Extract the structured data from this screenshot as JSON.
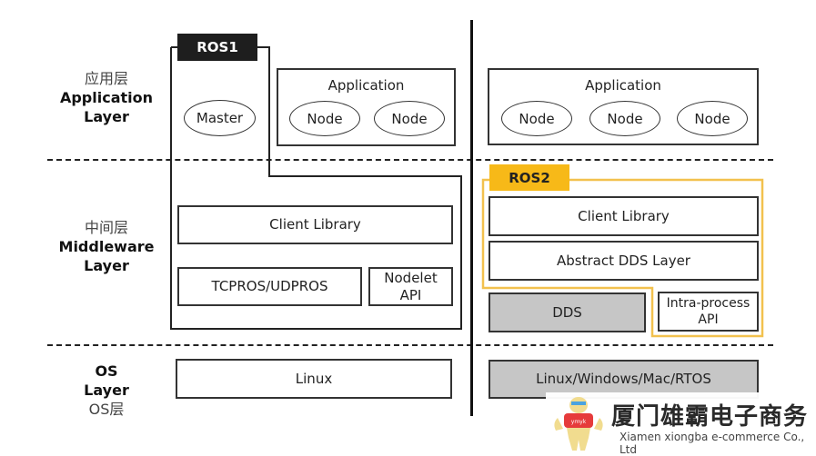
{
  "layers": {
    "application": {
      "cn": "应用层",
      "en_line1": "Application",
      "en_line2": "Layer"
    },
    "middleware": {
      "cn": "中间层",
      "en_line1": "Middleware",
      "en_line2": "Layer"
    },
    "os": {
      "en_line1": "OS",
      "en_line2": "Layer",
      "cn": "OS层"
    }
  },
  "ros1": {
    "tag": "ROS1",
    "master": "Master",
    "application": {
      "title": "Application",
      "nodes": [
        "Node",
        "Node"
      ]
    },
    "client_library": "Client Library",
    "transport": "TCPROS/UDPROS",
    "nodelet_api": {
      "line1": "Nodelet",
      "line2": "API"
    },
    "os": "Linux"
  },
  "ros2": {
    "tag": "ROS2",
    "application": {
      "title": "Application",
      "nodes": [
        "Node",
        "Node",
        "Node"
      ]
    },
    "client_library": "Client Library",
    "abstract_dds": "Abstract DDS Layer",
    "dds": "DDS",
    "intra_process_api": {
      "line1": "Intra-process",
      "line2": "API"
    },
    "os": "Linux/Windows/Mac/RTOS"
  },
  "colors": {
    "ros1_tag": "#1e1e1e",
    "ros2_tag": "#f7b918",
    "ros2_outline": "#f2c14e",
    "gray_box": "#c6c6c6"
  },
  "watermark": {
    "company_cn": "厦门雄霸电子商务",
    "company_en": "Xiamen xiongba e-commerce Co., Ltd",
    "mascot_shirt_text": "ymyk"
  }
}
